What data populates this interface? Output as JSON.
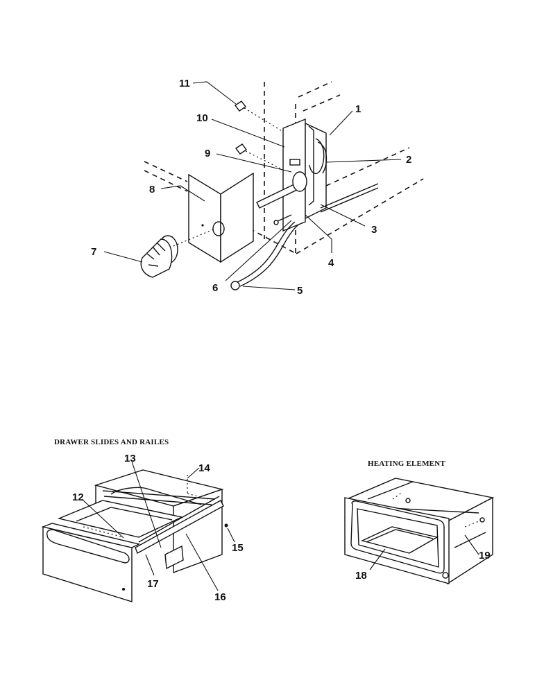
{
  "sections": {
    "drawer_title": "DRAWER SLIDES AND RAILES",
    "heating_title": "HEATING ELEMENT"
  },
  "callouts": {
    "c1": "1",
    "c2": "2",
    "c3": "3",
    "c4": "4",
    "c5": "5",
    "c6": "6",
    "c7": "7",
    "c8": "8",
    "c9": "9",
    "c10": "10",
    "c11": "11",
    "c12": "12",
    "c13": "13",
    "c14": "14",
    "c15": "15",
    "c16": "16",
    "c17": "17",
    "c18": "18",
    "c19": "19"
  }
}
